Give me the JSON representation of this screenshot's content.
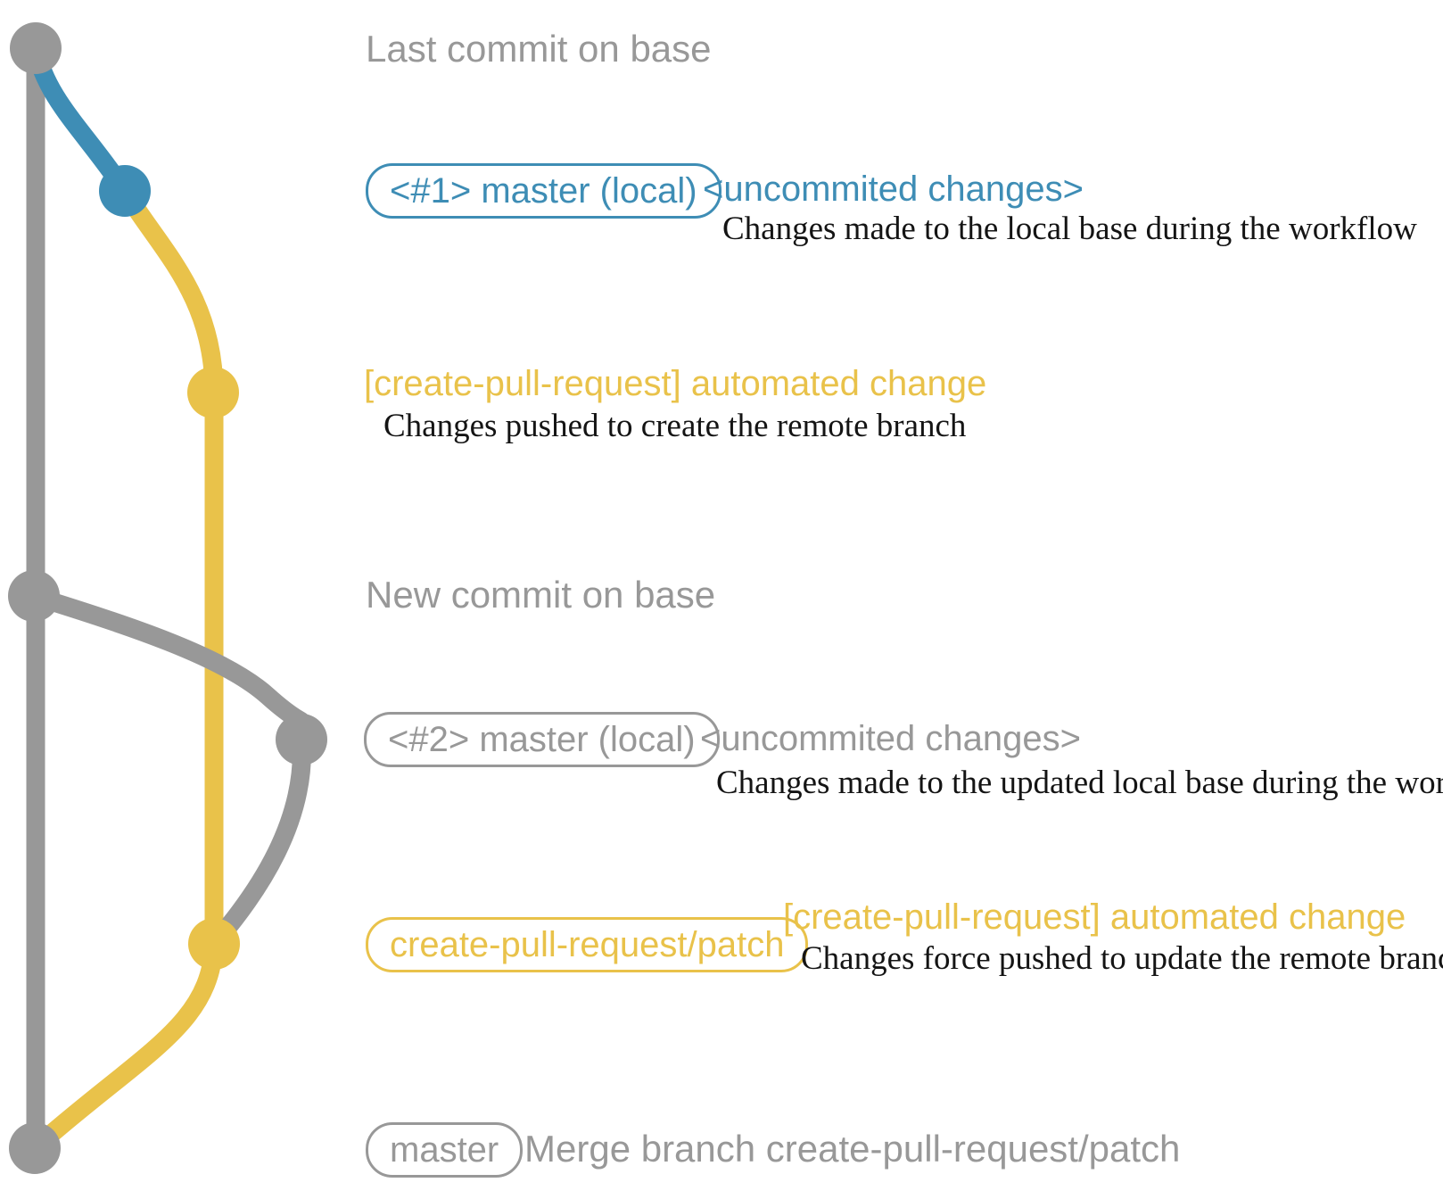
{
  "colors": {
    "base_gray": "#989898",
    "local_blue": "#3E8DB5",
    "branch_yellow": "#E9C24A",
    "note_black": "#141414"
  },
  "graph": {
    "dots": [
      {
        "name": "last-commit-on-base",
        "color": "base"
      },
      {
        "name": "local-commit-1",
        "color": "local"
      },
      {
        "name": "remote-branch-commit-1",
        "color": "branch"
      },
      {
        "name": "new-commit-on-base",
        "color": "base"
      },
      {
        "name": "local-commit-2",
        "color": "base"
      },
      {
        "name": "remote-branch-commit-2",
        "color": "branch"
      },
      {
        "name": "merge-commit",
        "color": "base"
      }
    ]
  },
  "rows": {
    "last_commit": {
      "label": "Last commit on base"
    },
    "row1": {
      "badge": "<#1> master (local)",
      "annotation": "<uncommited changes>",
      "note": "Changes made to the local base during the workflow"
    },
    "row2": {
      "annotation": "[create-pull-request] automated change",
      "note": "Changes pushed to create the remote branch"
    },
    "new_commit": {
      "label": "New commit on base"
    },
    "row3": {
      "badge": "<#2> master (local)",
      "annotation": "<uncommited changes>",
      "note": "Changes made to the updated local base during the workflow"
    },
    "row4": {
      "badge": "create-pull-request/patch",
      "annotation": "[create-pull-request] automated change",
      "note": "Changes force pushed to update the remote branch"
    },
    "row5": {
      "badge": "master",
      "annotation": "Merge branch create-pull-request/patch"
    }
  }
}
